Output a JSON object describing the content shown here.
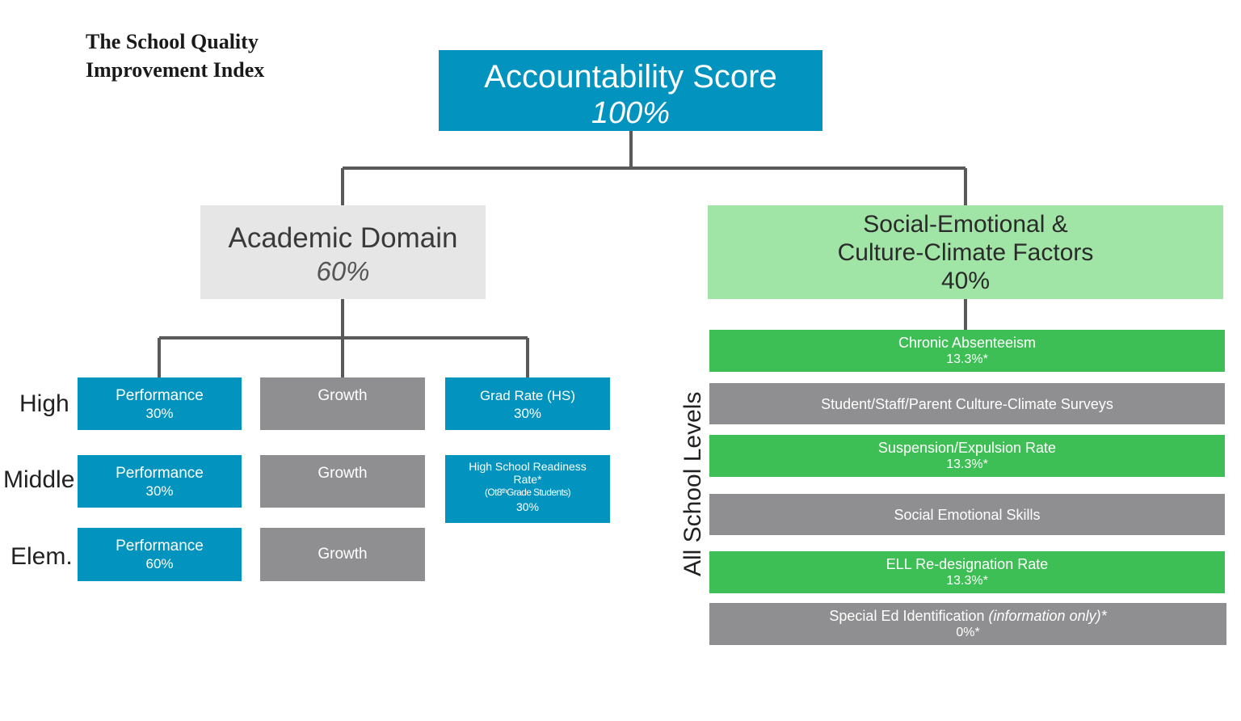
{
  "title": {
    "line1": "The School Quality",
    "line2": "Improvement Index"
  },
  "accountability": {
    "label": "Accountability Score",
    "percent": "100%"
  },
  "academic": {
    "label": "Academic Domain",
    "percent": "60%"
  },
  "social": {
    "line1": "Social-Emotional &",
    "line2": "Culture-Climate  Factors",
    "percent": "40%"
  },
  "rows": {
    "high": "High",
    "middle": "Middle",
    "elem": "Elem."
  },
  "cells": {
    "high_performance": {
      "label": "Performance",
      "percent": "30%"
    },
    "high_growth": {
      "label": "Growth"
    },
    "high_grad": {
      "label": "Grad Rate (HS)",
      "percent": "30%"
    },
    "middle_performance": {
      "label": "Performance",
      "percent": "30%"
    },
    "middle_growth": {
      "label": "Growth"
    },
    "middle_readiness": {
      "line1": "High School Readiness",
      "line2": "Rate*",
      "line3": "(Ot8ᵗʰGrade Students)",
      "percent": "30%"
    },
    "elem_performance": {
      "label": "Performance",
      "percent": "60%"
    },
    "elem_growth": {
      "label": "Growth"
    }
  },
  "all_levels_label": "All School Levels",
  "factors": [
    {
      "label": "Chronic Absenteeism",
      "percent": "13.3%*"
    },
    {
      "label": "Student/Staff/Parent Culture-Climate Surveys"
    },
    {
      "label": "Suspension/Expulsion Rate",
      "percent": "13.3%*"
    },
    {
      "label": "Social Emotional Skills"
    },
    {
      "label": "ELL Re-designation Rate",
      "percent": "13.3%*"
    },
    {
      "label": "Special Ed Identification ",
      "note": "(information only)*",
      "percent": "0%*"
    }
  ],
  "colors": {
    "blue": "#0294be",
    "gray": "#8f8f91",
    "green": "#3ebf55",
    "light_gray": "#e6e6e6",
    "light_green": "#a1e5a6",
    "connector": "#5a5a5a"
  }
}
